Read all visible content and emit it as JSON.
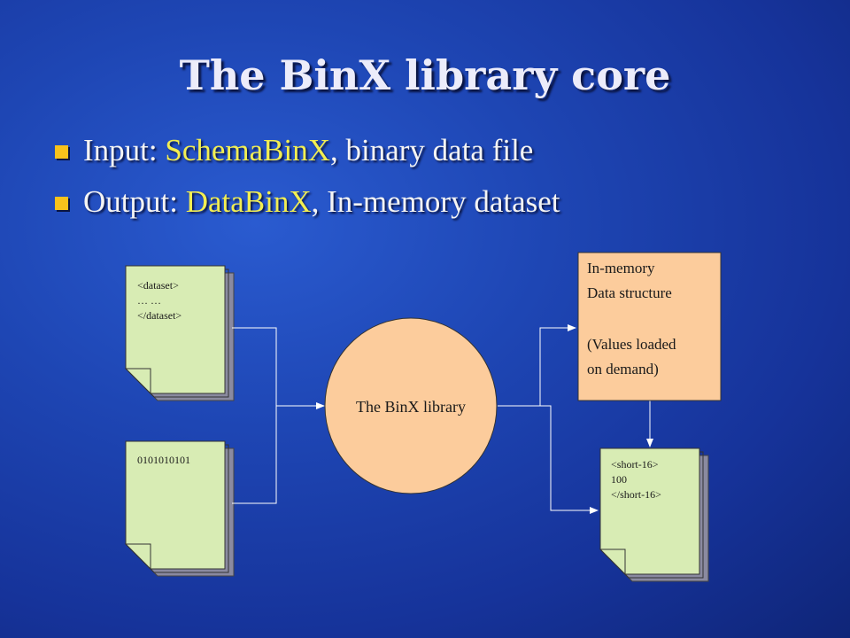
{
  "title": "The BinX library core",
  "bullets": [
    {
      "prefix": "Input: ",
      "highlight": "SchemaBinX",
      "suffix": ", binary data file"
    },
    {
      "prefix": "Output: ",
      "highlight": "DataBinX",
      "suffix": ", In-memory dataset"
    }
  ],
  "diagram": {
    "schema_doc": {
      "lines": [
        "<dataset>",
        "… …",
        "</dataset>"
      ]
    },
    "binary_doc": {
      "lines": [
        "0101010101"
      ]
    },
    "library": {
      "label": "The BinX library"
    },
    "memory_box": {
      "lines": [
        "In-memory",
        "Data structure",
        "",
        "(Values loaded",
        "on demand)"
      ]
    },
    "output_doc": {
      "lines": [
        "<short-16>",
        "100",
        "</short-16>"
      ]
    }
  },
  "colors": {
    "background": "#1e46b4",
    "title": "#ececfa",
    "highlight": "#f2ee52",
    "bullet_marker": "#f8c21c",
    "doc_fill": "#d8ecb4",
    "node_fill": "#fccc9c",
    "connector": "#ffffff"
  }
}
